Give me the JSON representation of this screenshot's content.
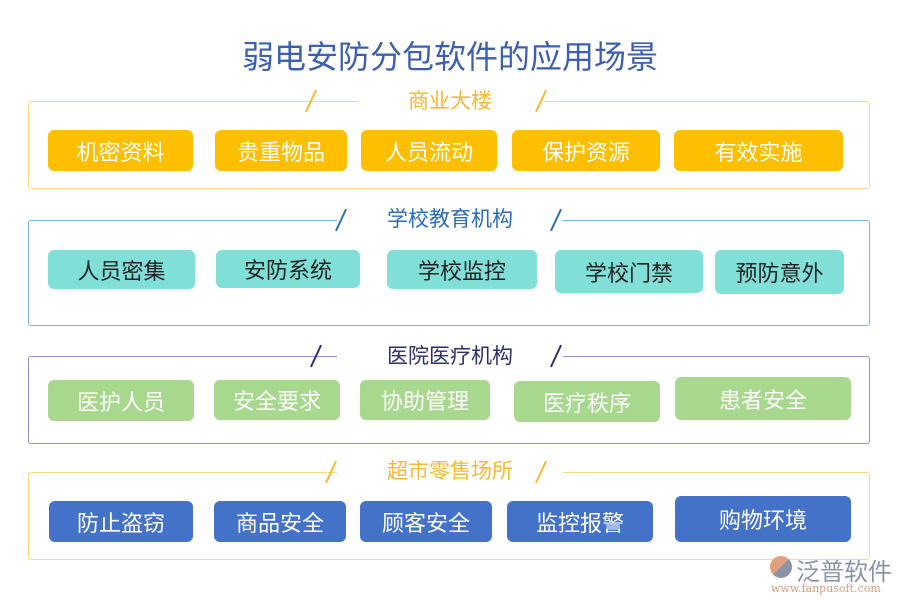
{
  "title": "弱电安防分包软件的应用场景",
  "sections": [
    {
      "title": "商业大楼",
      "border": "#fcd97a",
      "title_color": "#f5b932",
      "btn_bg": "#fdbf00",
      "btn_text": "#ffffff",
      "items": [
        "机密资料",
        "贵重物品",
        "人员流动",
        "保护资源",
        "有效实施"
      ]
    },
    {
      "title": "学校教育机构",
      "border": "#7ab0e0",
      "title_color": "#2a6cb8",
      "btn_bg": "#80e0d8",
      "btn_text": "#222222",
      "items": [
        "人员密集",
        "安防系统",
        "学校监控",
        "学校门禁",
        "预防意外"
      ]
    },
    {
      "title": "医院医疗机构",
      "border": "#9a90c8",
      "title_color": "#2b2f6a",
      "btn_bg": "#a8d88e",
      "btn_text": "#ffffff",
      "items": [
        "医护人员",
        "安全要求",
        "协助管理",
        "医疗秩序",
        "患者安全"
      ]
    },
    {
      "title": "超市零售场所",
      "border": "#fcd97a",
      "title_color": "#f5b932",
      "btn_bg": "#4472c8",
      "btn_text": "#ffffff",
      "items": [
        "防止盗窃",
        "商品安全",
        "顾客安全",
        "监控报警",
        "购物环境"
      ]
    }
  ],
  "logo": {
    "name": "泛普软件",
    "url": "www.fanpusoft.com"
  }
}
